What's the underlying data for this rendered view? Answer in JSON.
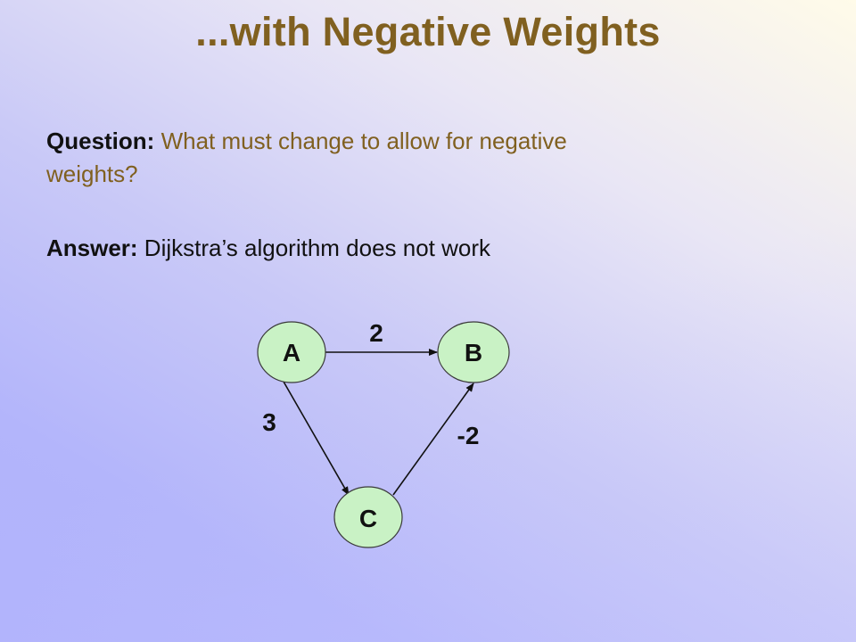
{
  "title": "...with Negative Weights",
  "question": {
    "label": "Question:",
    "text": " What must change to allow for negative weights?"
  },
  "answer": {
    "label": "Answer:",
    "text": " Dijkstra’s algorithm does not work"
  },
  "graph": {
    "nodes": {
      "a": "A",
      "b": "B",
      "c": "C"
    },
    "edges": {
      "ab": "2",
      "ac": "3",
      "cb": "-2"
    },
    "node_fill": "#c9f2c5",
    "edge_color": "#111111"
  }
}
